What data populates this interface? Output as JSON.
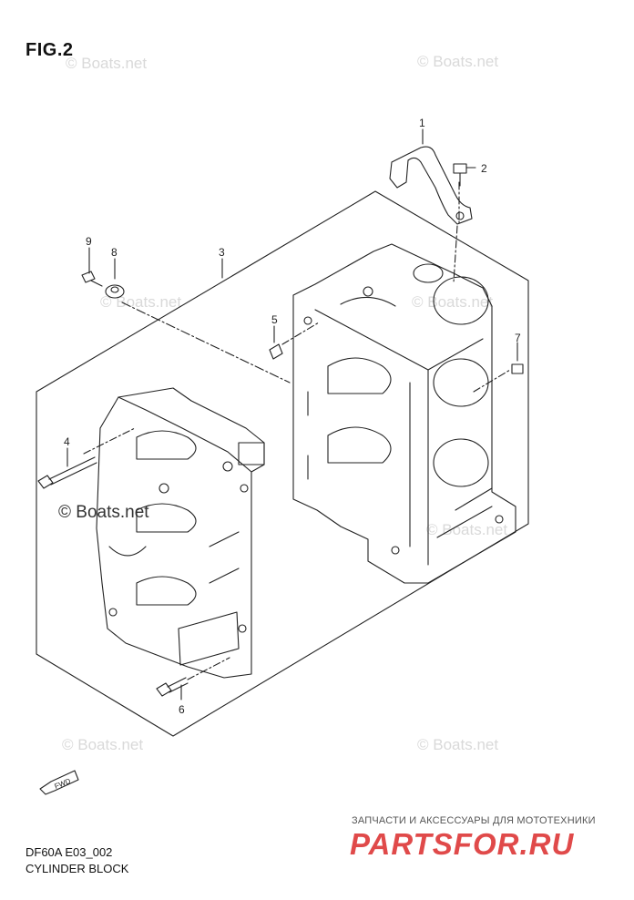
{
  "figure": {
    "title": "FIG.2",
    "code": "DF60A E03_002",
    "caption": "CYLINDER BLOCK"
  },
  "callouts": [
    {
      "id": "1",
      "label": "1"
    },
    {
      "id": "2",
      "label": "2"
    },
    {
      "id": "3",
      "label": "3"
    },
    {
      "id": "4",
      "label": "4"
    },
    {
      "id": "5",
      "label": "5"
    },
    {
      "id": "6",
      "label": "6"
    },
    {
      "id": "7",
      "label": "7"
    },
    {
      "id": "8",
      "label": "8"
    },
    {
      "id": "9",
      "label": "9"
    }
  ],
  "watermarks": {
    "light": "© Boats.net",
    "dark": "© Boats.net"
  },
  "fwd_marker": "FWD",
  "brand": {
    "subtitle": "ЗАПЧАСТИ И АКСЕССУАРЫ ДЛЯ МОТОТЕХНИКИ",
    "name": "PARTSFOR.RU"
  },
  "colors": {
    "line": "#222222",
    "watermark": "#d9d9d9",
    "brand": "#e04a4a"
  }
}
